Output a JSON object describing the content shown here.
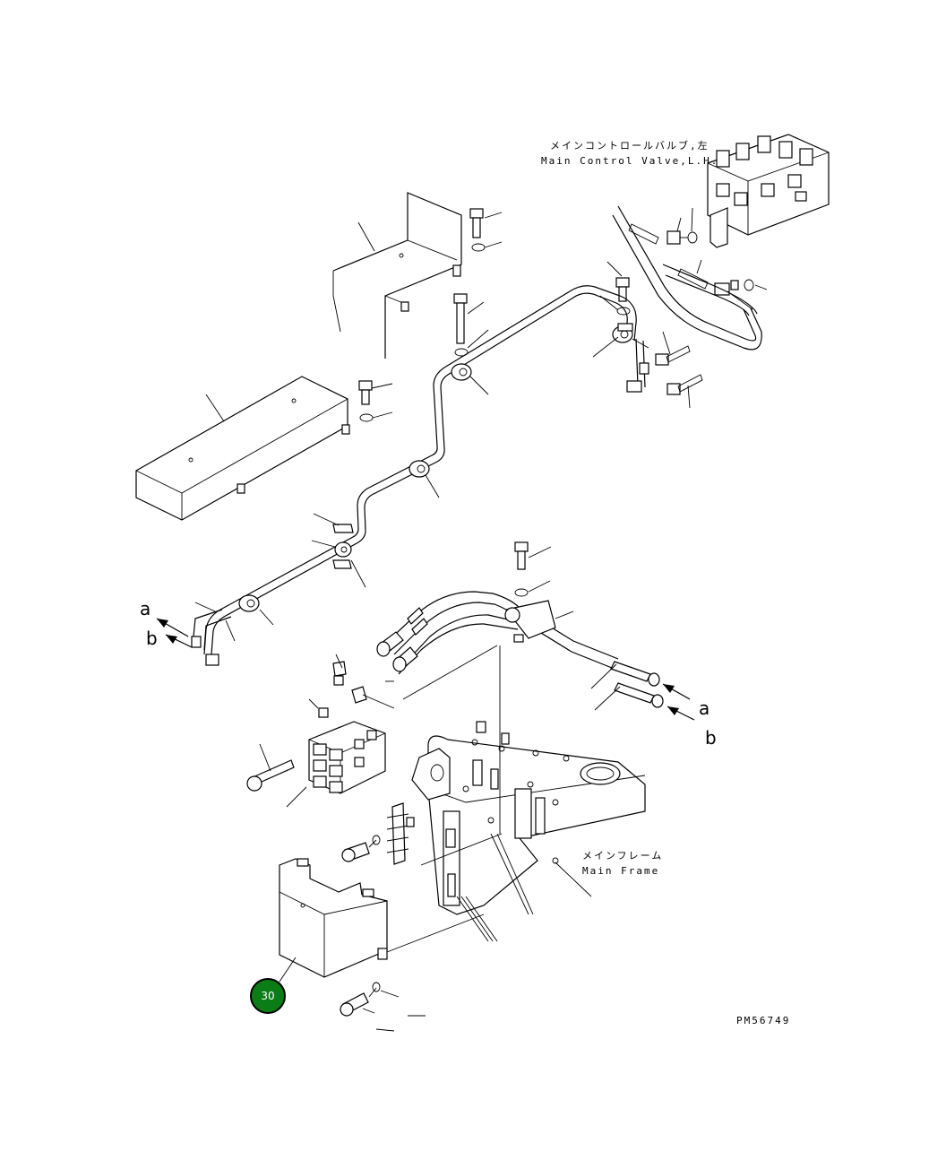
{
  "labels": {
    "valve_jp": "メインコントロールバルブ,左",
    "valve_en": "Main Control Valve,L.H.",
    "frame_jp": "メインフレーム",
    "frame_en": "Main Frame",
    "drawing_no": "PM56749"
  },
  "arrows_left": {
    "a": "a",
    "b": "b"
  },
  "arrows_right": {
    "a": "a",
    "b": "b"
  },
  "badge": {
    "number": "30",
    "fill": "#0b7d16",
    "ring": "#000000"
  }
}
